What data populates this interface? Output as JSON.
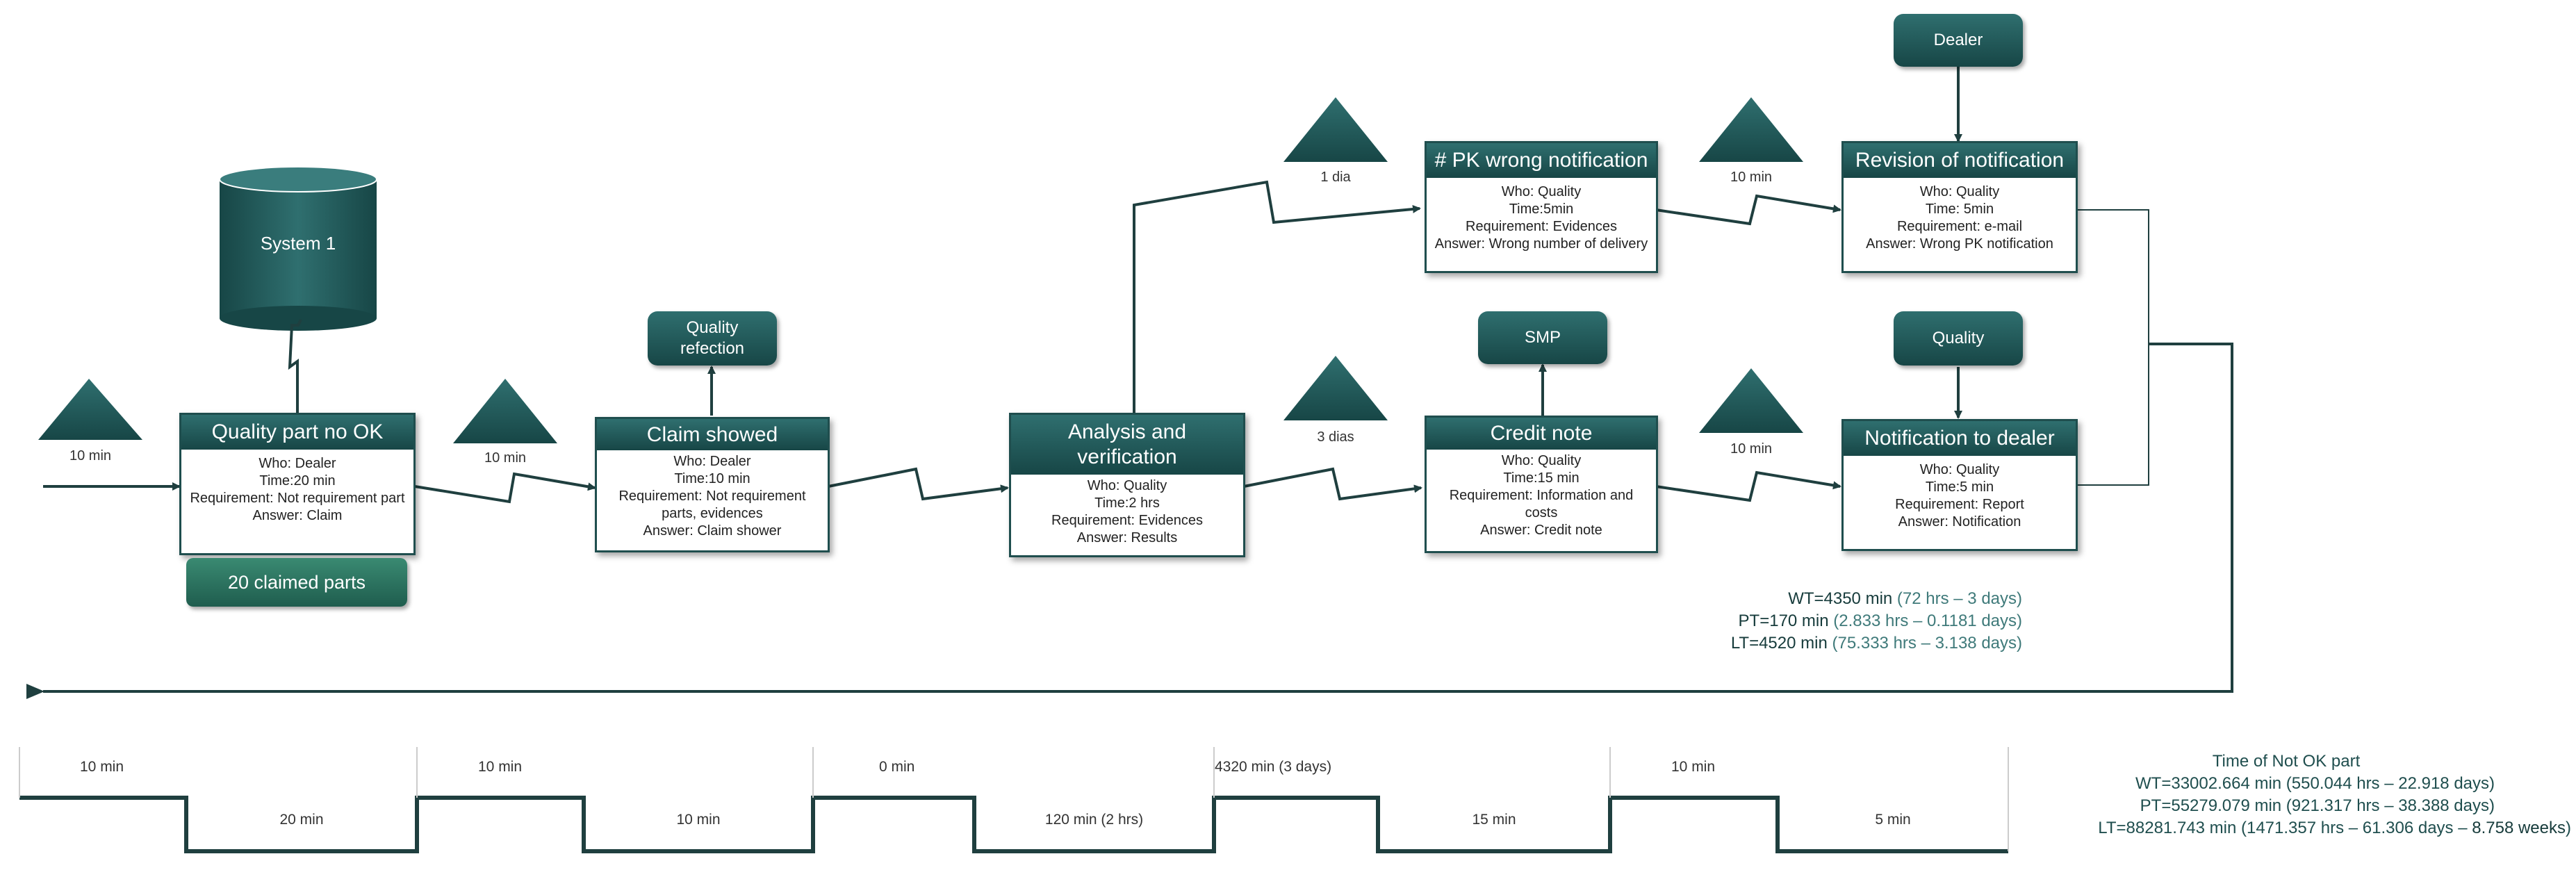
{
  "processes": [
    {
      "id": "quality-part",
      "title": "Quality part no OK",
      "lines": [
        "Who: Dealer",
        "Time:20 min",
        "Requirement: Not requirement part",
        "Answer: Claim"
      ]
    },
    {
      "id": "claim-showed",
      "title": "Claim showed",
      "lines": [
        "Who: Dealer",
        "Time:10 min",
        "Requirement: Not requirement",
        "parts, evidences",
        "Answer: Claim shower"
      ]
    },
    {
      "id": "analysis",
      "title": "Analysis and verification",
      "lines": [
        "Who: Quality",
        "Time:2 hrs",
        "Requirement: Evidences",
        "Answer: Results"
      ]
    },
    {
      "id": "pk-wrong",
      "title": "# PK wrong notification",
      "lines": [
        "Who: Quality",
        "Time:5min",
        "Requirement: Evidences",
        "Answer: Wrong number of delivery"
      ]
    },
    {
      "id": "credit-note",
      "title": "Credit note",
      "lines": [
        "Who: Quality",
        "Time:15 min",
        "Requirement: Information and",
        "costs",
        "Answer: Credit note"
      ]
    },
    {
      "id": "revision",
      "title": "Revision of notification",
      "lines": [
        "Who: Quality",
        "Time: 5min",
        "Requirement: e-mail",
        "Answer: Wrong PK notification"
      ]
    },
    {
      "id": "notification",
      "title": "Notification to dealer",
      "lines": [
        "Who: Quality",
        "Time:5 min",
        "Requirement: Report",
        "Answer: Notification"
      ]
    }
  ],
  "system": {
    "label": "System 1"
  },
  "claimed_parts": {
    "label": "20 claimed parts"
  },
  "entities": {
    "quality_refection": "Quality refection",
    "smp": "SMP",
    "dealer": "Dealer",
    "quality": "Quality"
  },
  "inventory": {
    "t1": "10 min",
    "t2": "10 min",
    "t3": "1 dia",
    "t4": "3 dias",
    "t5": "10 min",
    "t6": "10 min"
  },
  "summary": {
    "wt_main": "WT=4350 min",
    "wt_detail": " (72 hrs – 3 days)",
    "pt_main": "PT=170 min",
    "pt_detail": " (2.833 hrs – 0.1181 days)",
    "lt_main": "LT=4520 min",
    "lt_detail": " (75.333 hrs – 3.138 days)"
  },
  "timeline": {
    "wait": [
      "10 min",
      "10 min",
      "0 min",
      "4320 min (3 days)",
      "10 min"
    ],
    "process": [
      "20 min",
      "10 min",
      "120 min (2 hrs)",
      "15 min",
      "5 min"
    ]
  },
  "not_ok": {
    "title": "Time of Not OK part",
    "wt": "WT=33002.664 min (550.044 hrs – 22.918 days)",
    "pt": "PT=55279.079 min (921.317 hrs – 38.388 days)",
    "lt_main": "LT=88281.743 min (1471.357 hrs – 61.306 days – ",
    "lt_weeks": "8.758 weeks",
    "lt_end": ")"
  }
}
